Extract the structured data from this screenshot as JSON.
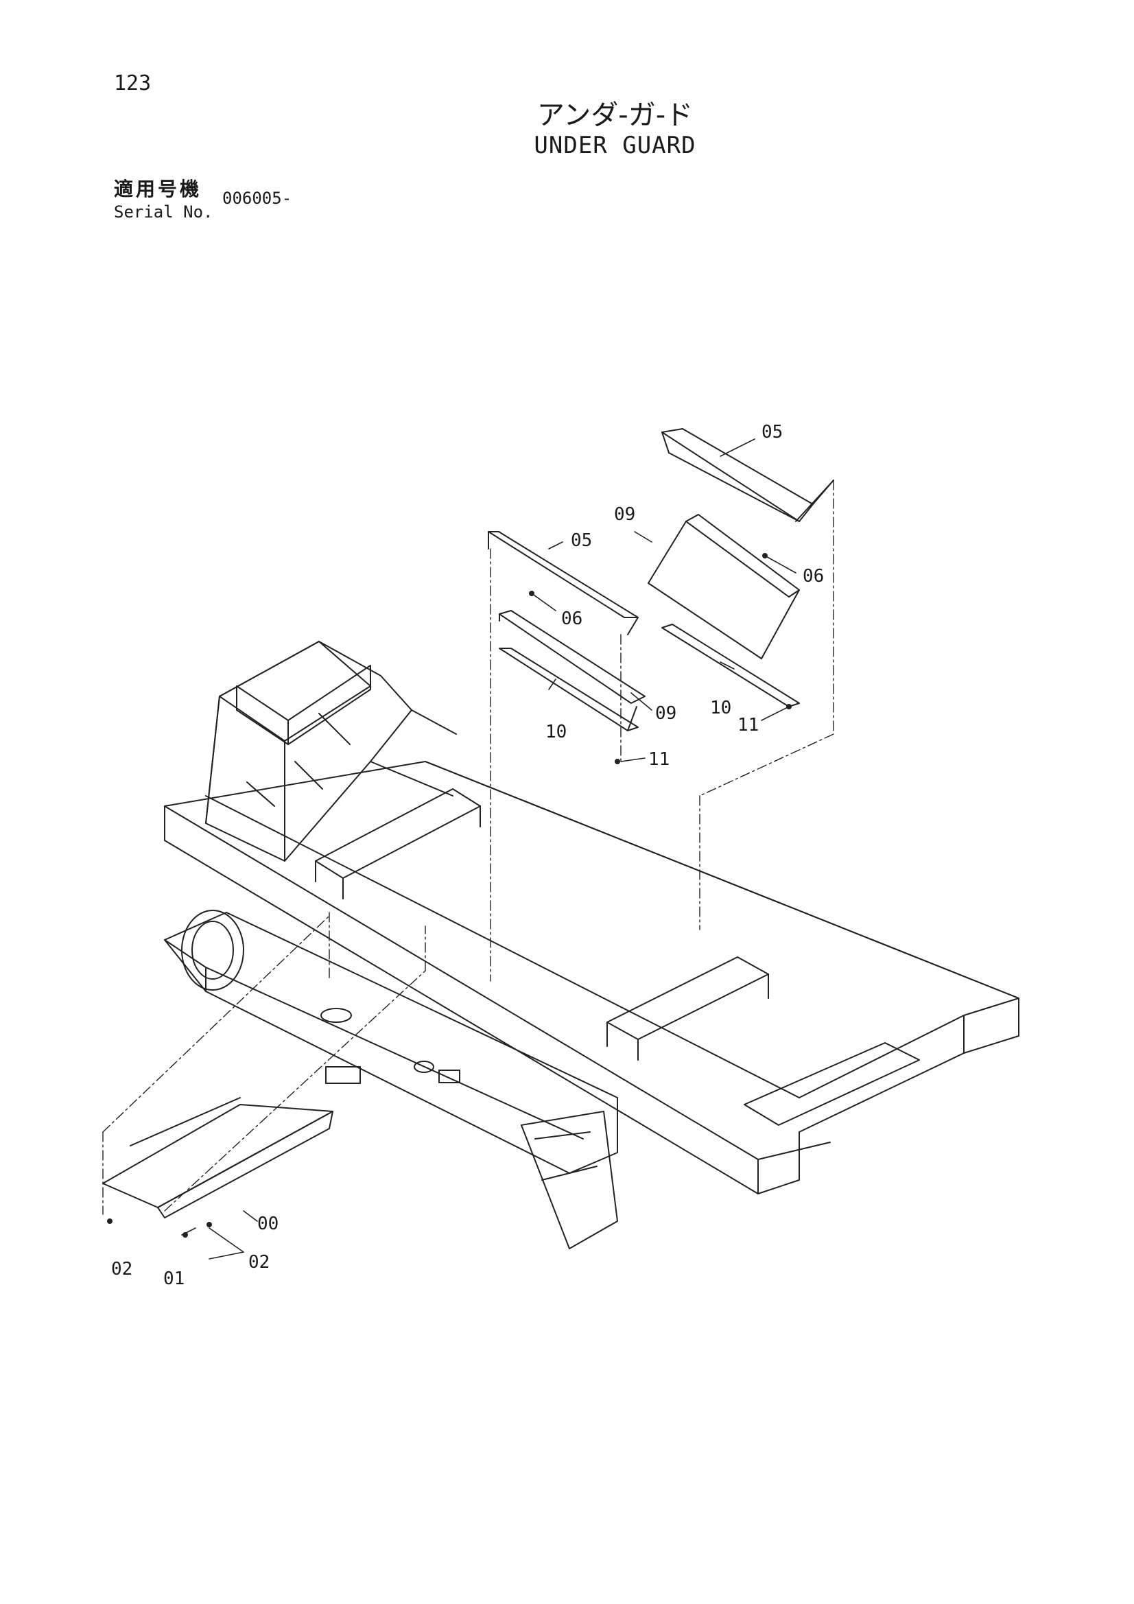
{
  "page": {
    "number": "123",
    "title_jp": "アンダ-ガ-ド",
    "title_en": "UNDER GUARD"
  },
  "serial": {
    "label_jp": "適用号機",
    "label_en": "Serial No.",
    "range": "006005-"
  },
  "callouts": {
    "c05_upper": "05",
    "c09_upper": "09",
    "c06_upper": "06",
    "c10_upper": "10",
    "c11_upper": "11",
    "c05_mid": "05",
    "c06_mid": "06",
    "c09_mid": "09",
    "c10_mid": "10",
    "c11_mid": "11",
    "c00": "00",
    "c02_left": "02",
    "c01": "01",
    "c02_right": "02"
  }
}
